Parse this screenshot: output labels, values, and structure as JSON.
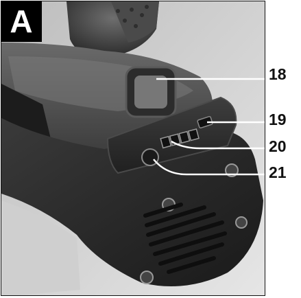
{
  "panel_label": "A",
  "callouts": [
    {
      "number": "18",
      "part": "dust-port-latch"
    },
    {
      "number": "19",
      "part": "indicator-window"
    },
    {
      "number": "20",
      "part": "status-leds"
    },
    {
      "number": "21",
      "part": "power-button"
    }
  ],
  "colors": {
    "body_dark": "#2a2a2a",
    "body_mid": "#555555",
    "body_light": "#9a9a9a",
    "background": "#d8d8d8",
    "leader_line": "#ffffff",
    "text": "#111111"
  }
}
